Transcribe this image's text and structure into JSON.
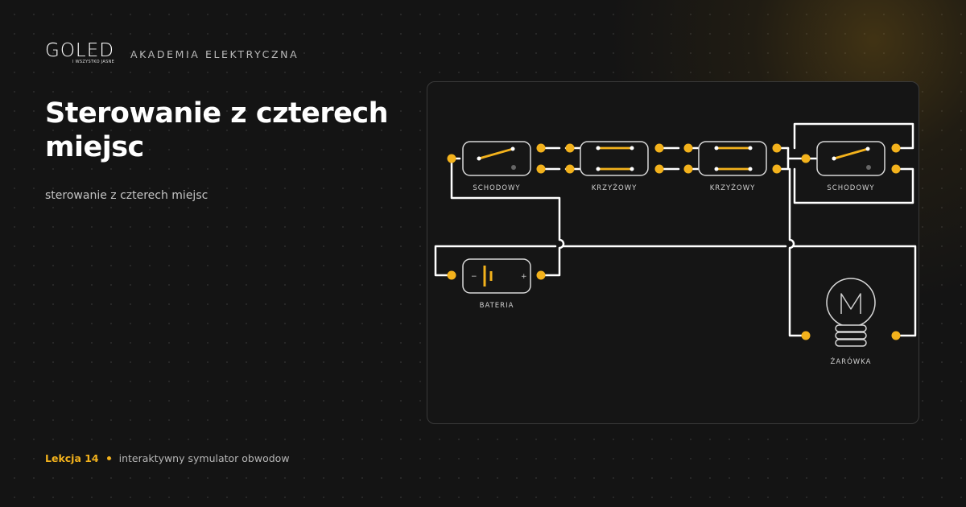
{
  "brand": {
    "logo_text": "GOLED",
    "logo_tagline": "I WSZYSTKO JASNE",
    "academy": "AKADEMIA ELEKTRYCZNA"
  },
  "heading": {
    "title": "Sterowanie z czterech miejsc",
    "subtitle": "sterowanie z czterech miejsc"
  },
  "footer": {
    "lesson": "Lekcja 14",
    "description": "interaktywny symulator obwodow"
  },
  "components": {
    "switch1": "SCHODOWY",
    "cross1": "KRZYŻOWY",
    "cross2": "KRZYŻOWY",
    "switch2": "SCHODOWY",
    "battery": "BATERIA",
    "battery_minus": "−",
    "battery_plus": "+",
    "bulb": "ŻARÓWKA"
  },
  "colors": {
    "accent": "#f3b21c",
    "wire": "#ffffff",
    "background": "#141414"
  }
}
